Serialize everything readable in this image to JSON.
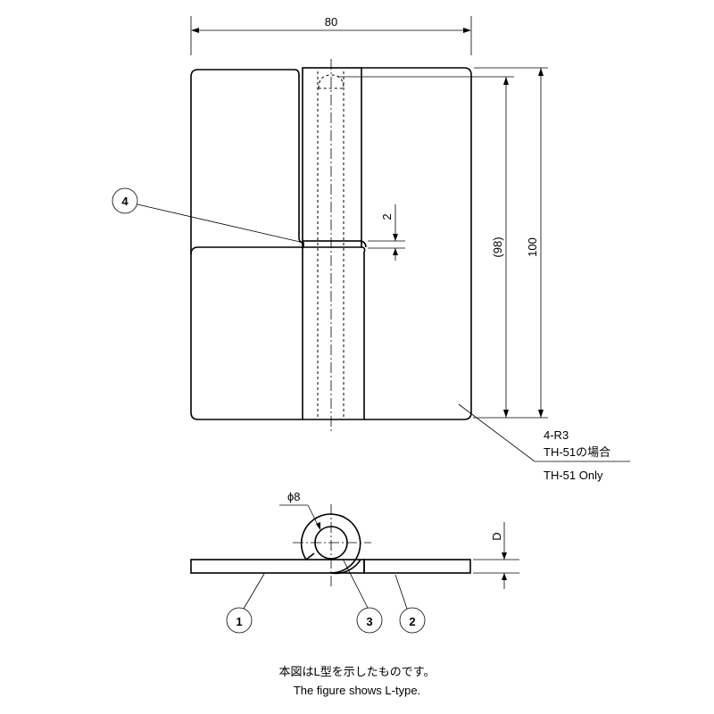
{
  "dimensions": {
    "width": "80",
    "height_ref": "(98)",
    "height": "100",
    "gap": "2",
    "diameter": "ϕ8",
    "thickness": "D"
  },
  "callouts": {
    "c1": "1",
    "c2": "2",
    "c3": "3",
    "c4": "4"
  },
  "note": {
    "radius": "4-R3",
    "jp": "TH-51の場合",
    "en": "TH-51 Only"
  },
  "caption": {
    "jp": "本図はL型を示したものです。",
    "en": "The figure shows L-type."
  }
}
